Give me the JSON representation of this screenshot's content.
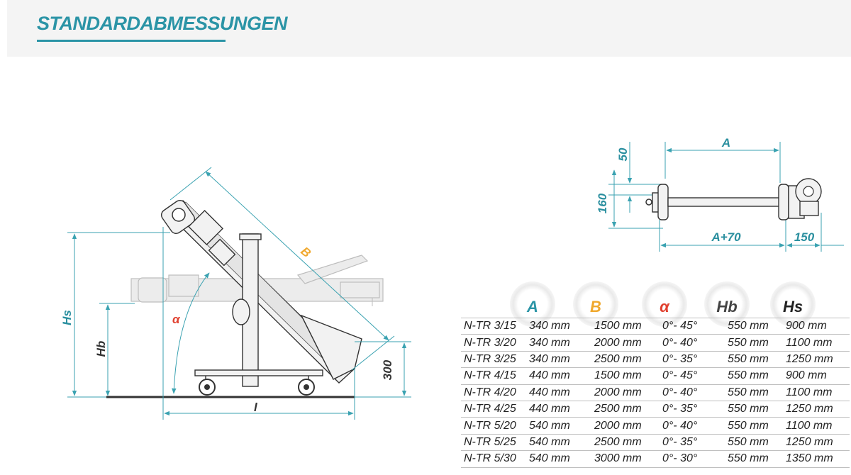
{
  "header": {
    "title": "STANDARDABMESSUNGEN"
  },
  "side_view": {
    "label_hs": "Hs",
    "label_hb": "Hb",
    "label_alpha": "α",
    "label_b": "B",
    "label_l": "l",
    "label_300": "300"
  },
  "top_view": {
    "label_a": "A",
    "label_50": "50",
    "label_160": "160",
    "label_a70": "A+70",
    "label_150": "150"
  },
  "table": {
    "headers": [
      {
        "text": "A",
        "color": "#2b94a6"
      },
      {
        "text": "B",
        "color": "#f0a82d"
      },
      {
        "text": "α",
        "color": "#e0402f"
      },
      {
        "text": "Hb",
        "color": "#444444"
      },
      {
        "text": "Hs",
        "color": "#222222"
      }
    ],
    "rows": [
      [
        "N-TR 3/15",
        "340 mm",
        "1500 mm",
        "0°- 45°",
        "550 mm",
        "900 mm"
      ],
      [
        "N-TR 3/20",
        "340 mm",
        "2000 mm",
        "0°- 40°",
        "550 mm",
        "1100 mm"
      ],
      [
        "N-TR 3/25",
        "340 mm",
        "2500 mm",
        "0°- 35°",
        "550 mm",
        "1250 mm"
      ],
      [
        "N-TR 4/15",
        "440 mm",
        "1500 mm",
        "0°- 45°",
        "550 mm",
        "900 mm"
      ],
      [
        "N-TR 4/20",
        "440 mm",
        "2000 mm",
        "0°- 40°",
        "550 mm",
        "1100 mm"
      ],
      [
        "N-TR 4/25",
        "440 mm",
        "2500 mm",
        "0°- 35°",
        "550 mm",
        "1250 mm"
      ],
      [
        "N-TR 5/20",
        "540 mm",
        "2000 mm",
        "0°- 40°",
        "550 mm",
        "1100 mm"
      ],
      [
        "N-TR 5/25",
        "540 mm",
        "2500 mm",
        "0°- 35°",
        "550 mm",
        "1250 mm"
      ],
      [
        "N-TR 5/30",
        "540 mm",
        "3000 mm",
        "0°- 30°",
        "550 mm",
        "1350 mm"
      ]
    ]
  }
}
